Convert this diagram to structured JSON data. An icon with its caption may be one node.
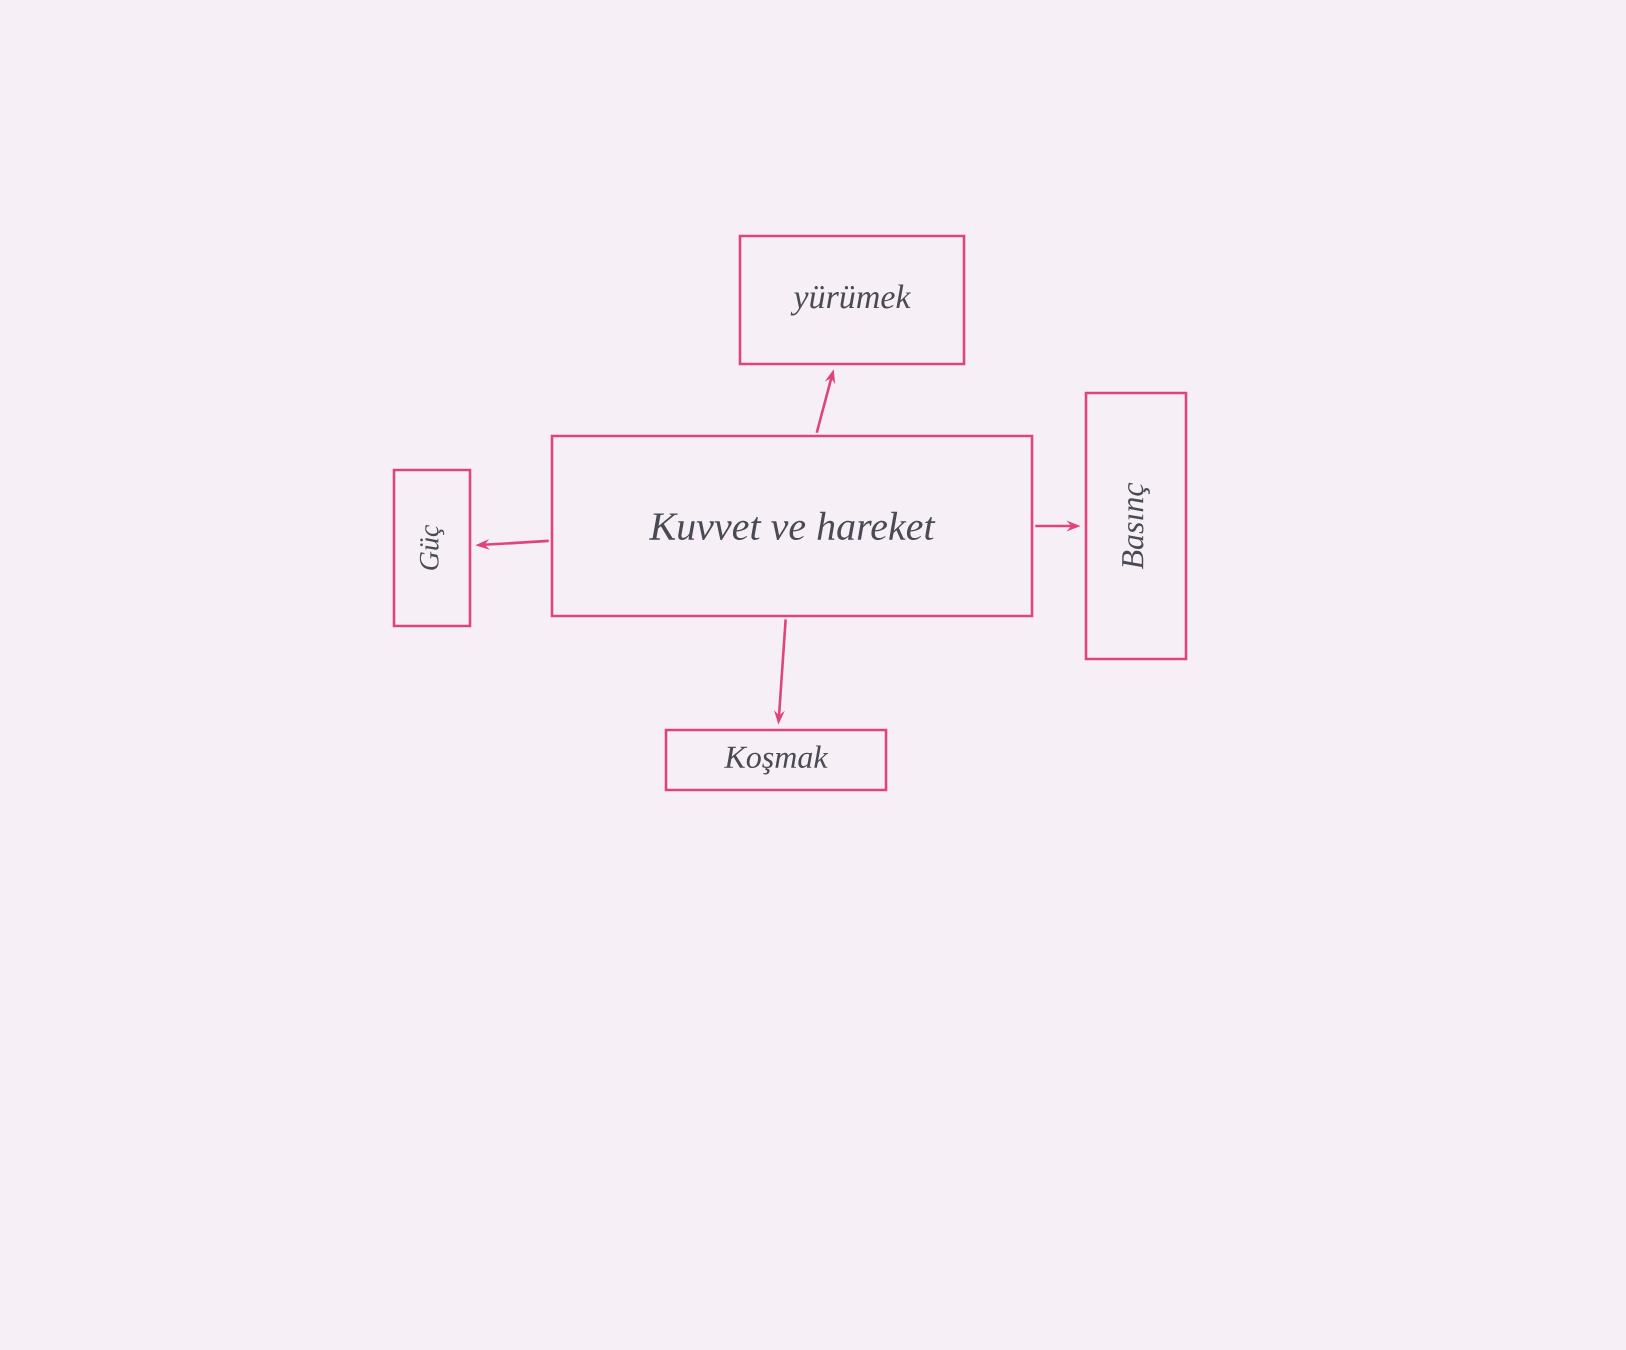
{
  "diagram": {
    "nodes": [
      {
        "text": [
          "Kuvvet ve hareket"
        ]
      },
      {
        "text": [
          "yürümek"
        ]
      },
      {
        "text": [
          "Basınç"
        ]
      },
      {
        "text": [
          "Koşmak"
        ]
      },
      {
        "text": [
          "Güç"
        ]
      }
    ],
    "edges": [
      {
        "from": 0,
        "to": 1,
        "arrow": "to"
      },
      {
        "from": 0,
        "to": 2,
        "arrow": "to"
      },
      {
        "from": 0,
        "to": 3,
        "arrow": "to"
      },
      {
        "from": 0,
        "to": 4,
        "arrow": "to"
      }
    ]
  }
}
